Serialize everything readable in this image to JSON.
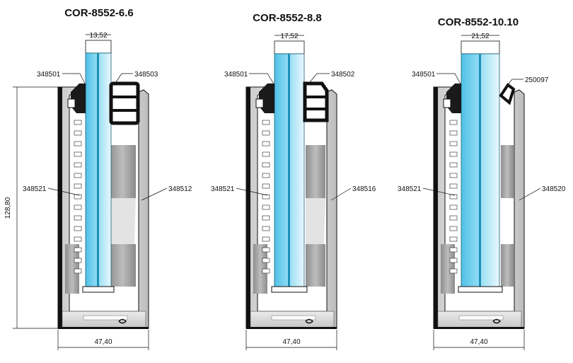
{
  "profiles": [
    {
      "title": "COR-8552-6.6",
      "glass_width": "13,52",
      "base_width": "47,40",
      "label_top_left": "348501",
      "label_top_right": "348503",
      "label_mid_left": "348521",
      "label_mid_right": "348512",
      "height": "128,80"
    },
    {
      "title": "COR-8552-8.8",
      "glass_width": "17,52",
      "base_width": "47,40",
      "label_top_left": "348501",
      "label_top_right": "348502",
      "label_mid_left": "348521",
      "label_mid_right": "348516"
    },
    {
      "title": "COR-8552-10.10",
      "glass_width": "21,52",
      "base_width": "47,40",
      "label_top_left": "348501",
      "label_top_right": "250097",
      "label_mid_left": "348521",
      "label_mid_right": "348520"
    }
  ],
  "colors": {
    "glass": "#5fc8ea",
    "glass_light": "#bfe9f7",
    "glass_core": "#1f8fb8",
    "aluminium_light": "#e8e8e8",
    "aluminium_dark": "#9a9a9a",
    "outline": "#111111"
  }
}
